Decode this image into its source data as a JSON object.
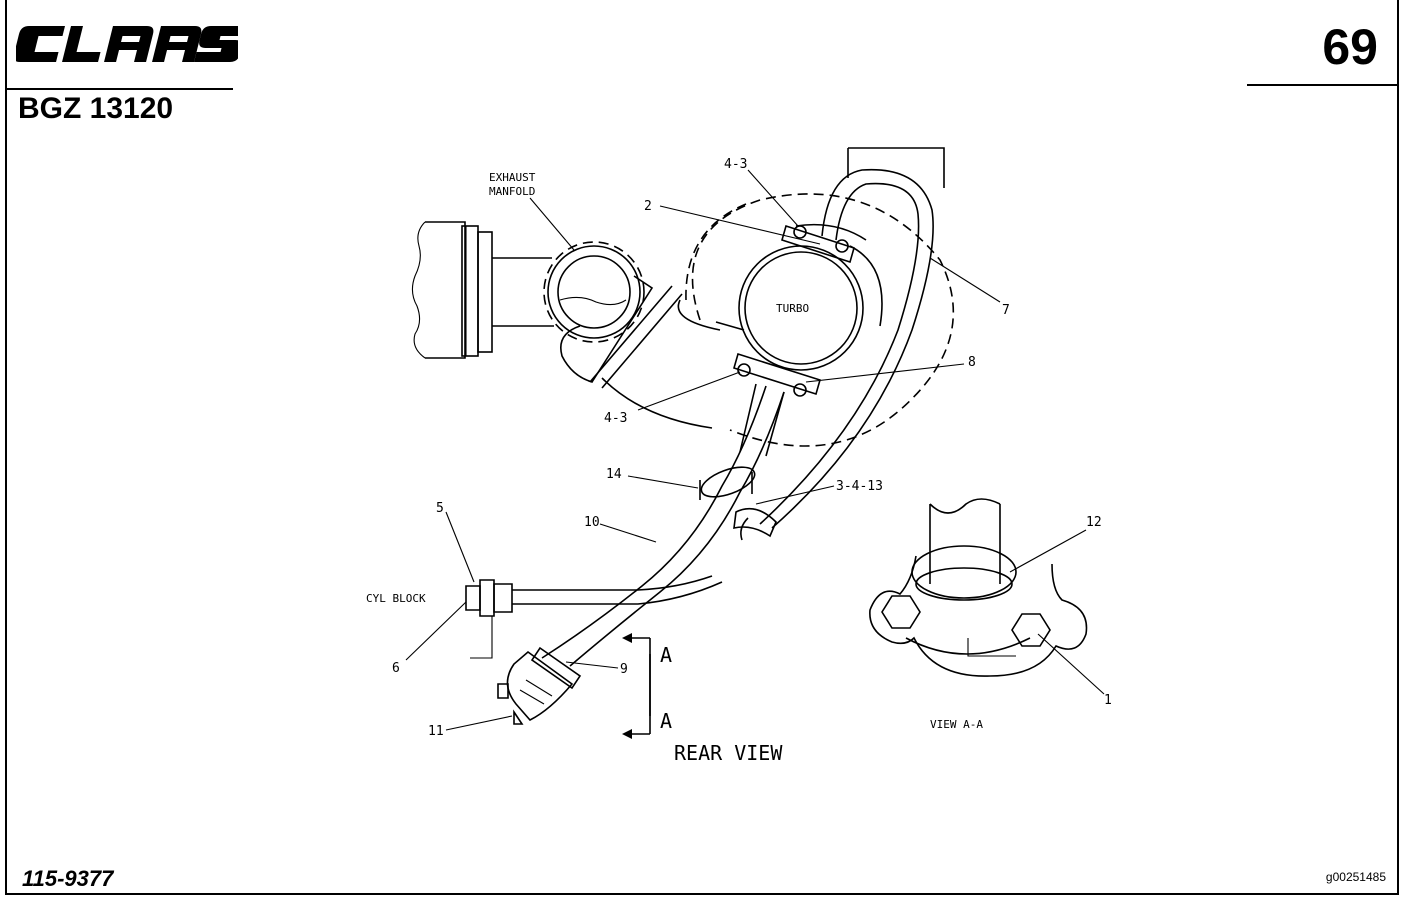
{
  "header": {
    "brand": "CLAAS",
    "doc_code": "BGZ 13120",
    "page_number": "69"
  },
  "footer": {
    "part_number": "115-9377",
    "image_id": "g00251485"
  },
  "diagram": {
    "labels": {
      "exhaust_line1": "EXHAUST",
      "exhaust_line2": "MANFOLD",
      "turbo": "TURBO",
      "cyl_block": "CYL BLOCK",
      "rear_view": "REAR VIEW",
      "view_aa": "VIEW A-A",
      "section_a_top": "A",
      "section_a_bottom": "A"
    },
    "callouts": {
      "c1": "1",
      "c2": "2",
      "c3413": "3-4-13",
      "c43_top": "4-3",
      "c43_bottom": "4-3",
      "c5": "5",
      "c6": "6",
      "c7": "7",
      "c8": "8",
      "c9": "9",
      "c10": "10",
      "c11": "11",
      "c12": "12",
      "c14": "14"
    }
  }
}
